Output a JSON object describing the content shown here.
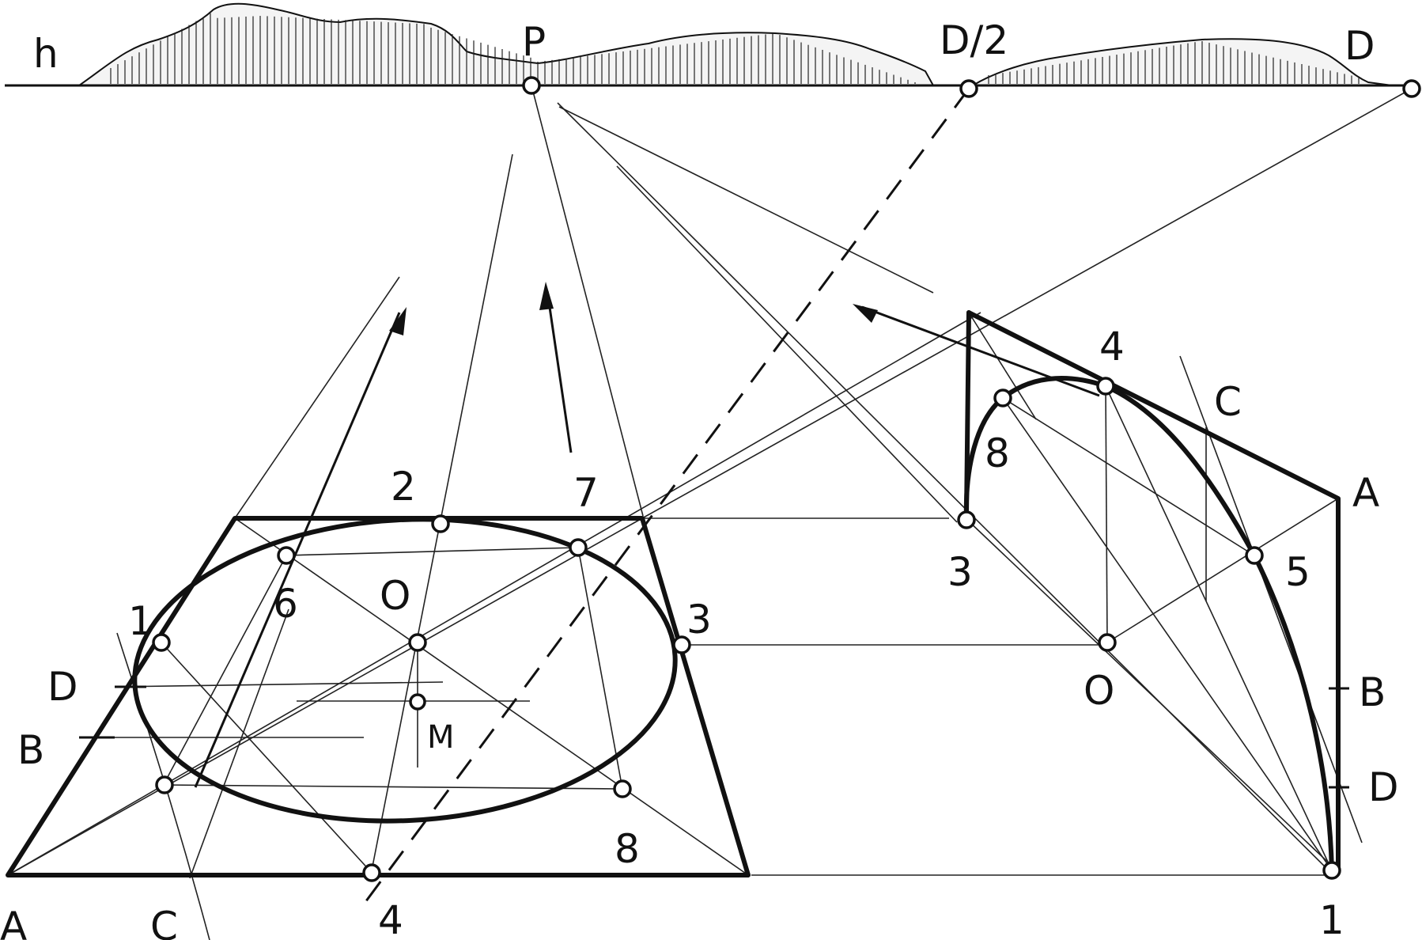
{
  "horizon": {
    "label_h": "h",
    "label_P": "P",
    "label_D2": "D/2",
    "label_D": "D"
  },
  "left_figure": {
    "points": [
      "1",
      "2",
      "3",
      "4",
      "6",
      "7",
      "8"
    ],
    "center_label": "O",
    "label_M": "M",
    "label_A": "A",
    "label_B": "B",
    "label_C": "C",
    "label_D": "D"
  },
  "right_figure": {
    "points": [
      "1",
      "3",
      "4",
      "5",
      "8"
    ],
    "center_label": "O",
    "label_A": "A",
    "label_B": "B",
    "label_C": "C",
    "label_D": "D"
  }
}
